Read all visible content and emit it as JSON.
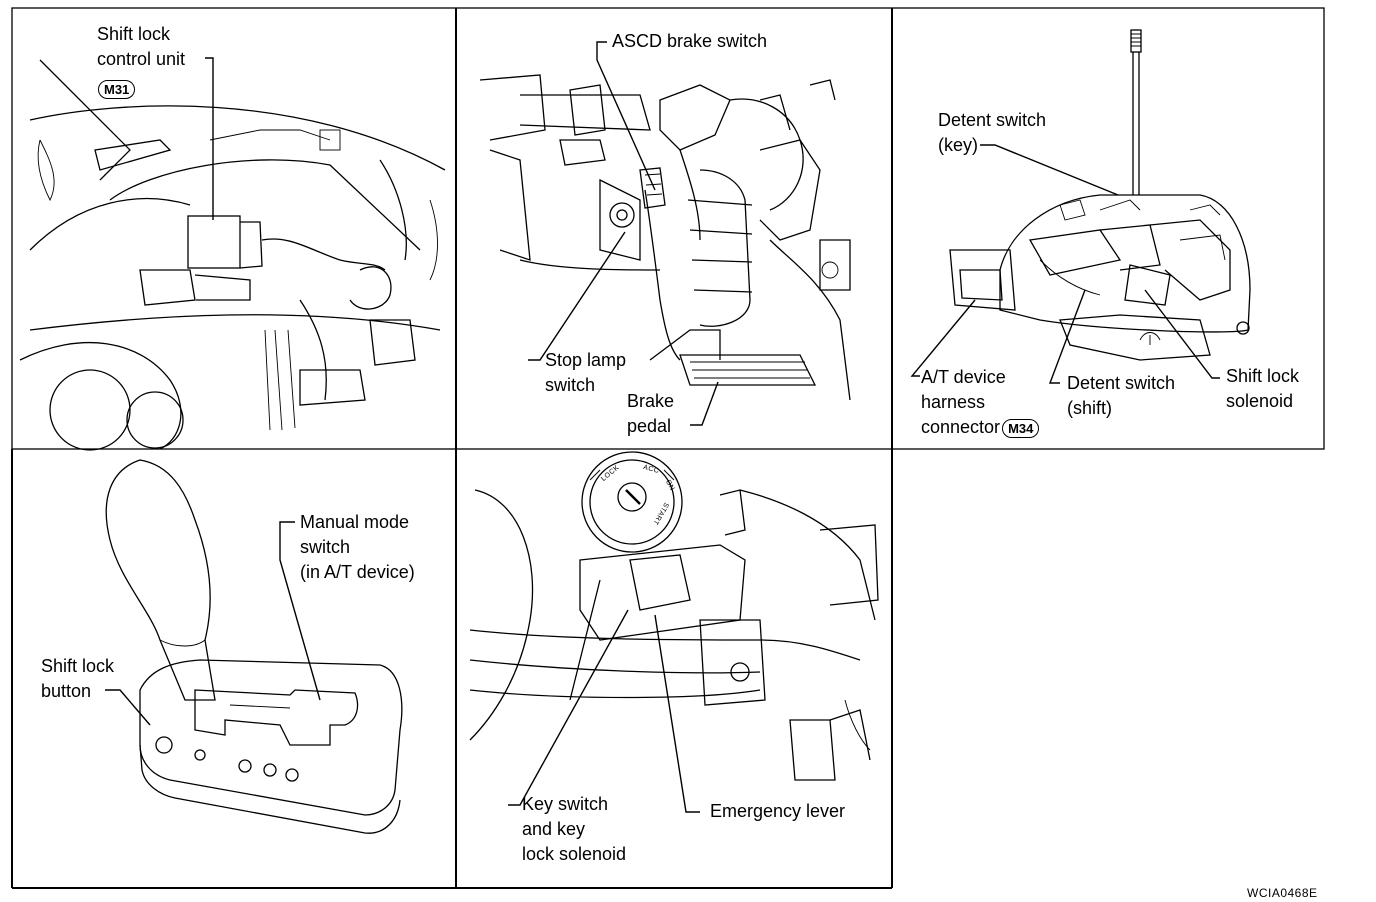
{
  "panels": {
    "p1": {
      "shift_lock_control_unit": [
        "Shift lock",
        "control unit"
      ],
      "connector": "M31"
    },
    "p2": {
      "ascd_brake_switch": "ASCD brake switch",
      "stop_lamp_switch": [
        "Stop lamp",
        "switch"
      ],
      "brake_pedal": [
        "Brake",
        "pedal"
      ]
    },
    "p3": {
      "detent_switch_key": [
        "Detent switch",
        "(key)"
      ],
      "at_device_harness_connector": [
        "A/T device",
        "harness",
        "connector"
      ],
      "connector": "M34",
      "detent_switch_shift": [
        "Detent switch",
        "(shift)"
      ],
      "shift_lock_solenoid": [
        "Shift lock",
        "solenoid"
      ]
    },
    "p4": {
      "manual_mode_switch": [
        "Manual mode",
        "switch",
        "(in A/T device)"
      ],
      "shift_lock_button": [
        "Shift lock",
        "button"
      ]
    },
    "p5": {
      "key_switch": [
        "Key switch",
        "and key",
        "lock solenoid"
      ],
      "emergency_lever": "Emergency lever",
      "ignition_marks": [
        "LOCK",
        "ACC",
        "ON",
        "START"
      ]
    }
  },
  "figure_ref": "WCIA0468E"
}
